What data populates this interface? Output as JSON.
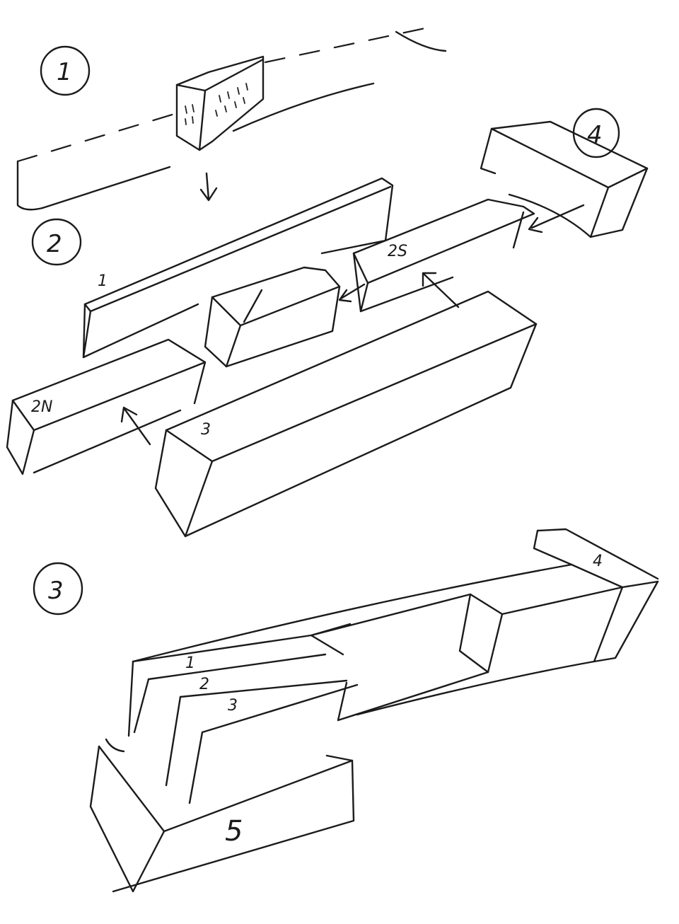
{
  "steps": [
    {
      "number": "1"
    },
    {
      "number": "2"
    },
    {
      "number": "3"
    },
    {
      "number": "4"
    }
  ],
  "parts": {
    "bar_1": "1",
    "bar_2N": "2N",
    "bar_2S": "2S",
    "bar_3": "3",
    "stack_1": "1",
    "stack_2": "2",
    "stack_3": "3",
    "block_4": "4",
    "block_5": "5"
  }
}
